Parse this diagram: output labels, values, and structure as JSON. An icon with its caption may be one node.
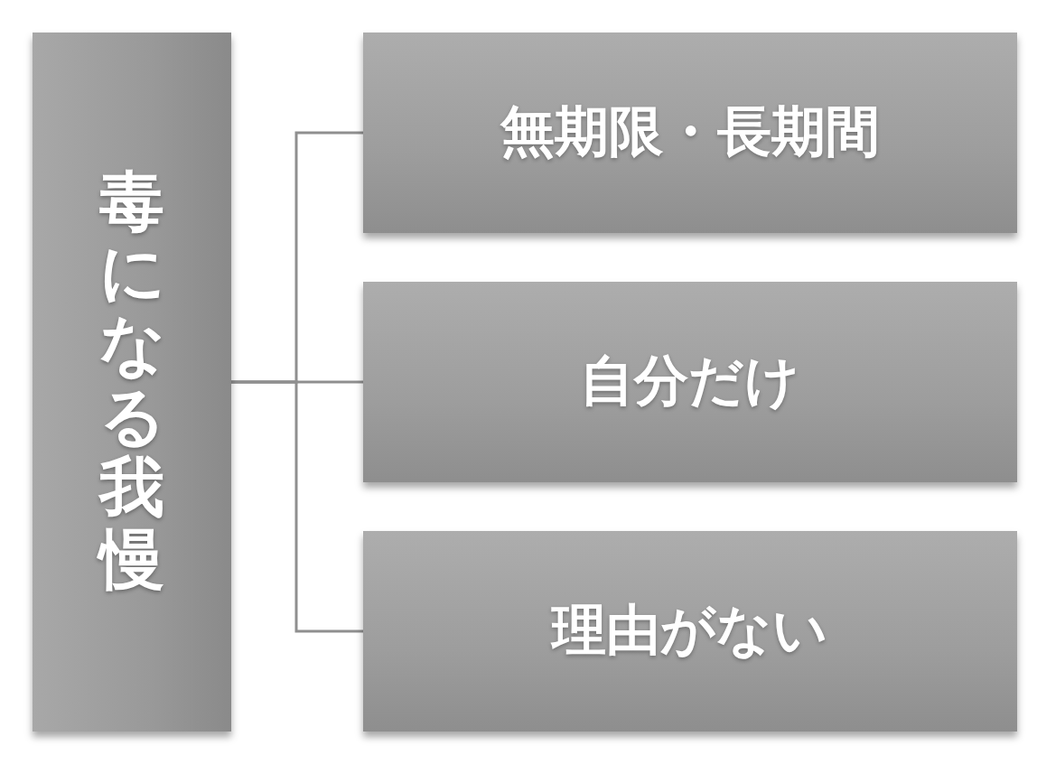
{
  "diagram": {
    "nodes": [
      {
        "text": [
          "毒になる我慢"
        ]
      },
      {
        "text": [
          "無期限・長期間"
        ]
      },
      {
        "text": [
          "自分だけ"
        ]
      },
      {
        "text": [
          "理由がない"
        ]
      }
    ],
    "edges": [
      {
        "from": 0,
        "to": 1,
        "arrow": "none"
      },
      {
        "from": 0,
        "to": 2,
        "arrow": "none"
      },
      {
        "from": 0,
        "to": 3,
        "arrow": "none"
      }
    ]
  }
}
